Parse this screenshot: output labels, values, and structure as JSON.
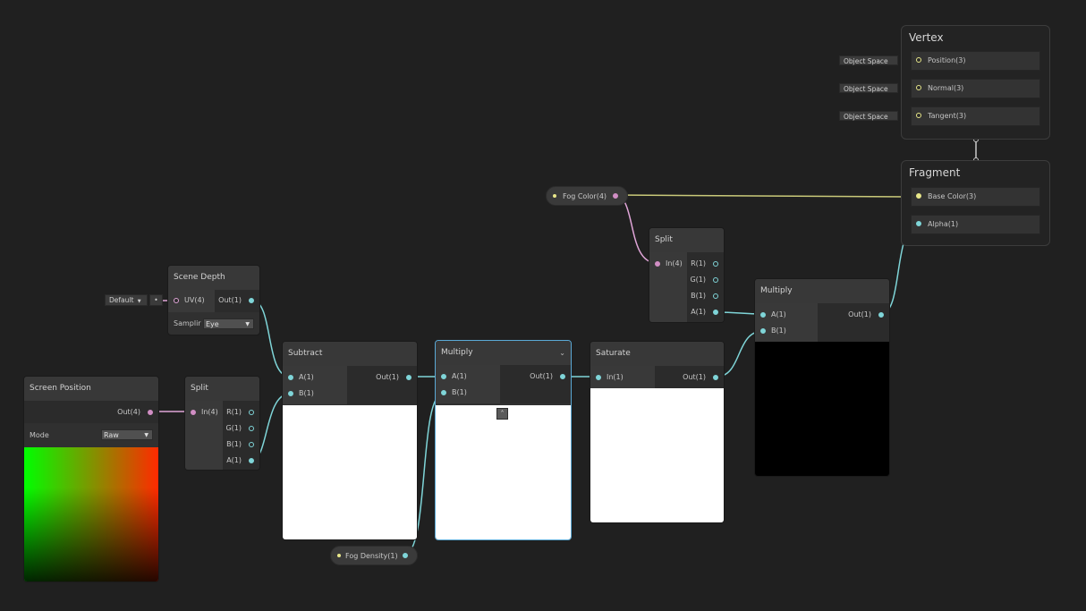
{
  "colors": {
    "background": "#202020",
    "vector1_wire": "#7fd5d8",
    "vector4_wire": "#e0a5d8",
    "vector3_wire": "#e8e78a",
    "selection": "#5aa9d6"
  },
  "icons": {
    "dropdown": "triangle-down-icon",
    "collapse": "chevron-up-icon",
    "node_menu": "chevron-down-icon"
  },
  "vertex": {
    "title": "Vertex",
    "ports": [
      "Position(3)",
      "Normal(3)",
      "Tangent(3)"
    ],
    "space_chips": [
      "Object Space",
      "Object Space",
      "Object Space"
    ]
  },
  "fragment": {
    "title": "Fragment",
    "ports": [
      "Base Color(3)",
      "Alpha(1)"
    ]
  },
  "properties": {
    "fog_color": "Fog Color(4)",
    "fog_density": "Fog Density(1)"
  },
  "scene_depth": {
    "title": "Scene Depth",
    "input": "UV(4)",
    "output": "Out(1)",
    "uv_chip": "Default",
    "sampling_label": "Samplir",
    "sampling_value": "Eye"
  },
  "screen_position": {
    "title": "Screen Position",
    "output": "Out(4)",
    "mode_label": "Mode",
    "mode_value": "Raw"
  },
  "split_left": {
    "title": "Split",
    "input": "In(4)",
    "outputs": [
      "R(1)",
      "G(1)",
      "B(1)",
      "A(1)"
    ]
  },
  "split_right": {
    "title": "Split",
    "input": "In(4)",
    "outputs": [
      "R(1)",
      "G(1)",
      "B(1)",
      "A(1)"
    ]
  },
  "subtract": {
    "title": "Subtract",
    "inputs": [
      "A(1)",
      "B(1)"
    ],
    "output": "Out(1)"
  },
  "multiply_center": {
    "title": "Multiply",
    "inputs": [
      "A(1)",
      "B(1)"
    ],
    "output": "Out(1)"
  },
  "saturate": {
    "title": "Saturate",
    "input": "In(1)",
    "output": "Out(1)"
  },
  "multiply_right": {
    "title": "Multiply",
    "inputs": [
      "A(1)",
      "B(1)"
    ],
    "output": "Out(1)"
  }
}
